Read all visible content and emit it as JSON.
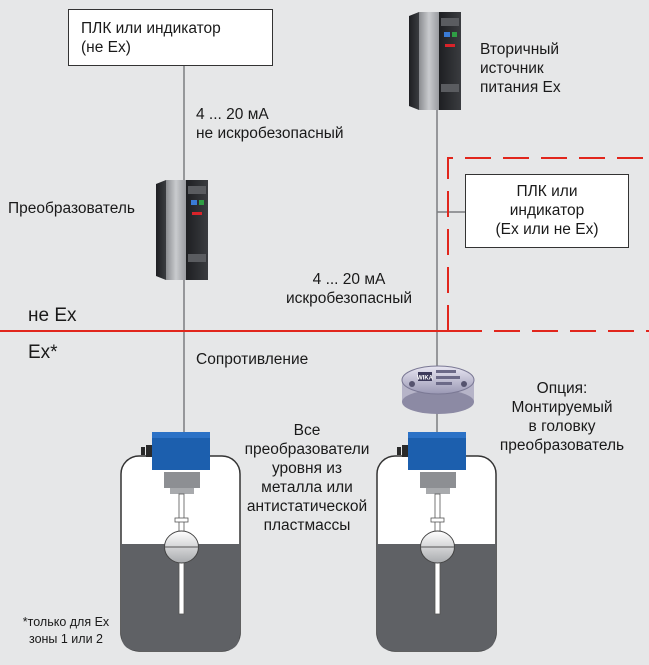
{
  "plc_top": {
    "line1": "ПЛК или индикатор",
    "line2": "(не Ex)"
  },
  "signal_non_safe": {
    "line1": "4 ... 20 мА",
    "line2": "не искробезопасный"
  },
  "converter_label": "Преобразователь",
  "secondary_supply": {
    "line1": "Вторичный",
    "line2": "источник",
    "line3": "питания Ex"
  },
  "plc_right": {
    "line1": "ПЛК или",
    "line2": "индикатор",
    "line3": "(Ex или не Ex)"
  },
  "signal_safe": {
    "line1": "4 ... 20 мА",
    "line2": "искробезопасный"
  },
  "zone_non_ex": "не Ex",
  "zone_ex": "Ex*",
  "resistance_label": "Сопротивление",
  "option_label": {
    "line1": "Опция:",
    "line2": "Монтируемый",
    "line3": "в головку",
    "line4": "преобразователь"
  },
  "all_sensors": {
    "line1": "Все",
    "line2": "преобразователи",
    "line3": "уровня из",
    "line4": "металла или",
    "line5": "антистатической",
    "line6": "пластмассы"
  },
  "footnote": {
    "line1": "*только для Ex",
    "line2": "зоны 1 или 2"
  },
  "head_brand": "WIKA",
  "colors": {
    "boundary": "#e1261c",
    "head_blue": "#1c5fae",
    "liquid": "#5f6165",
    "background": "#e6e7e8"
  }
}
